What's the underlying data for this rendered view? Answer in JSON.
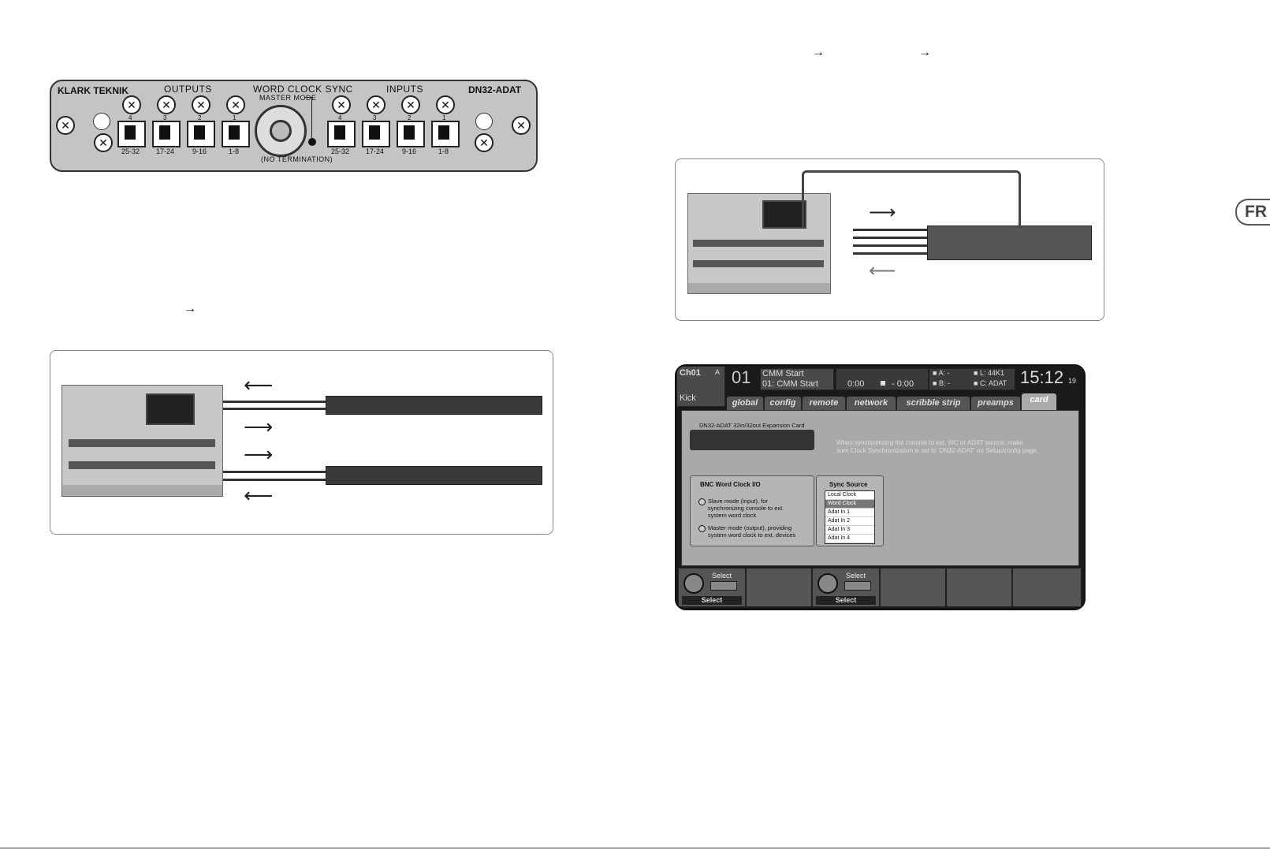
{
  "side_tab": "FR",
  "arrows": {
    "top_right_1": "→",
    "top_right_2": "→",
    "mid_left": "→"
  },
  "panel": {
    "brand": "KLARK TEKNIK",
    "outputs_label": "OUTPUTS",
    "wordclock_label": "WORD CLOCK SYNC",
    "master_mode": "MASTER MODE",
    "no_termination": "(NO TERMINATION)",
    "inputs_label": "INPUTS",
    "model": "DN32-ADAT",
    "output_ports": [
      {
        "num": "4",
        "range": "25-32"
      },
      {
        "num": "3",
        "range": "17-24"
      },
      {
        "num": "2",
        "range": "9-16"
      },
      {
        "num": "1",
        "range": "1-8"
      }
    ],
    "input_ports": [
      {
        "num": "4",
        "range": "25-32"
      },
      {
        "num": "3",
        "range": "17-24"
      },
      {
        "num": "2",
        "range": "9-16"
      },
      {
        "num": "1",
        "range": "1-8"
      }
    ]
  },
  "screen": {
    "channel": "Ch01",
    "channel_flag": "A",
    "channel_name": "Kick",
    "scene_number": "01",
    "scene_title": "CMM Start",
    "scene_sub": "01: CMM Start",
    "time_a": "0:00",
    "time_b": "- 0:00",
    "stat_a_label": "A:",
    "stat_a_val": "-",
    "stat_b_label": "B:",
    "stat_b_val": "-",
    "stat_l": "L: 44K1",
    "stat_c": "C: ADAT",
    "clock": "15:12",
    "clock_sec": "19",
    "tabs": [
      {
        "label": "global",
        "active": false
      },
      {
        "label": "config",
        "active": false
      },
      {
        "label": "remote",
        "active": false
      },
      {
        "label": "network",
        "active": false
      },
      {
        "label": "scribble strip",
        "active": false
      },
      {
        "label": "preamps",
        "active": false
      },
      {
        "label": "card",
        "active": true
      }
    ],
    "card_title": "DN32-ADAT   32in/32out  Expansion Card",
    "info_text_1": "When synchronizing the console to ext. WC or ADAT source, make",
    "info_text_2": "sure Clock Synchronization is set to 'DN32-ADAT' on Setup/config page.",
    "bnc_group": {
      "title": "BNC Word Clock I/O",
      "slave_1": "Slave mode (input), for",
      "slave_2": "synchronizing console to ext.",
      "slave_3": "system word clock",
      "master_1": "Master mode (output), providing",
      "master_2": "system word clock to ext. devices"
    },
    "sync_group": {
      "title": "Sync Source",
      "options": [
        {
          "label": "Local Clock",
          "selected": false
        },
        {
          "label": "Word Clock",
          "selected": true
        },
        {
          "label": "Adat In 1",
          "selected": false
        },
        {
          "label": "Adat In 2",
          "selected": false
        },
        {
          "label": "Adat In 3",
          "selected": false
        },
        {
          "label": "Adat In 4",
          "selected": false
        }
      ]
    },
    "softkeys": {
      "key1_top": "Select",
      "key1_btn": "Select",
      "key2_top": "Select",
      "key2_btn": "Select"
    }
  }
}
